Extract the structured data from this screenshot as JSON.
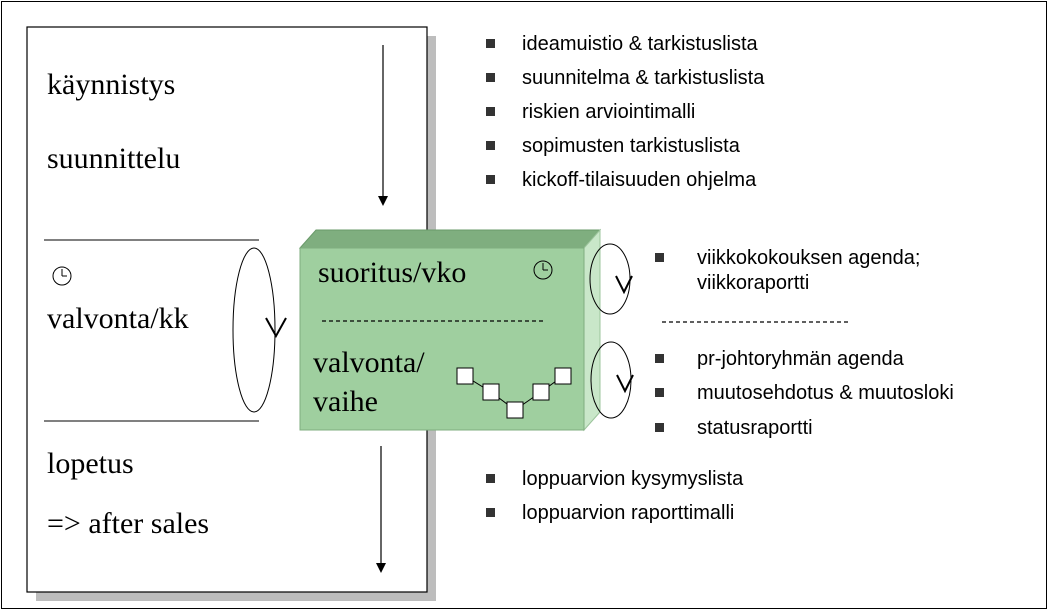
{
  "phases": {
    "start": "käynnistys",
    "planning": "suunnittelu",
    "monitoring_month": "valvonta/kk",
    "closing": "lopetus",
    "after_sales": "=> after sales"
  },
  "center_box": {
    "execution_week": "suoritus/vko",
    "monitoring_phase_line1": "valvonta/",
    "monitoring_phase_line2": "vaihe",
    "fill_color": "#9fcf9f",
    "top_color": "#7fae7f",
    "side_color": "#c9e7c9"
  },
  "lists": {
    "planning_docs": [
      "ideamuistio & tarkistuslista",
      "suunnitelma & tarkistuslista",
      "riskien arviointimalli",
      "sopimusten tarkistuslista",
      "kickoff-tilaisuuden ohjelma"
    ],
    "weekly_docs": [
      "viikkokokouksen agenda;",
      "viikkoraportti"
    ],
    "phase_docs": [
      "pr-johtoryhmän agenda",
      "muutosehdotus & muutosloki",
      "statusraportti"
    ],
    "closing_docs": [
      "loppuarvion kysymyslista",
      "loppuarvion raporttimalli"
    ]
  }
}
